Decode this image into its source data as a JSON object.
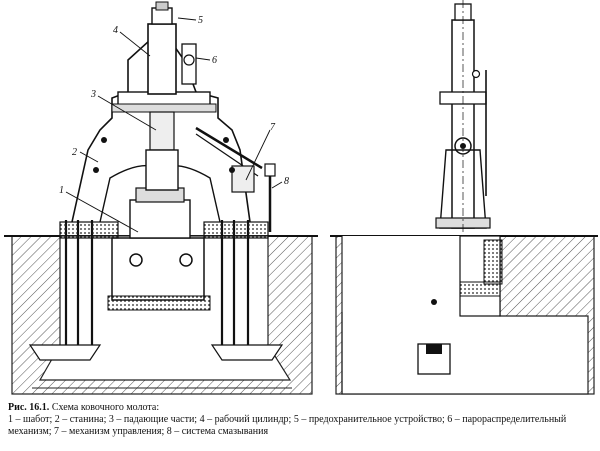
{
  "labels": {
    "l1": "1",
    "l2": "2",
    "l3": "3",
    "l4": "4",
    "l5": "5",
    "l6": "6",
    "l7": "7",
    "l8": "8"
  },
  "caption": {
    "line1_bold": "Рис. 16.1.",
    "line1_text": " Схема ковочного молота:",
    "line2": "1 – шабот; 2 – станина; 3 – падающие части; 4 – рабочий цилиндр; 5 – предохранительное устройство; 6 – парораспределительный",
    "line3": "механизм; 7 – механизм управления; 8 – система смазывания"
  }
}
